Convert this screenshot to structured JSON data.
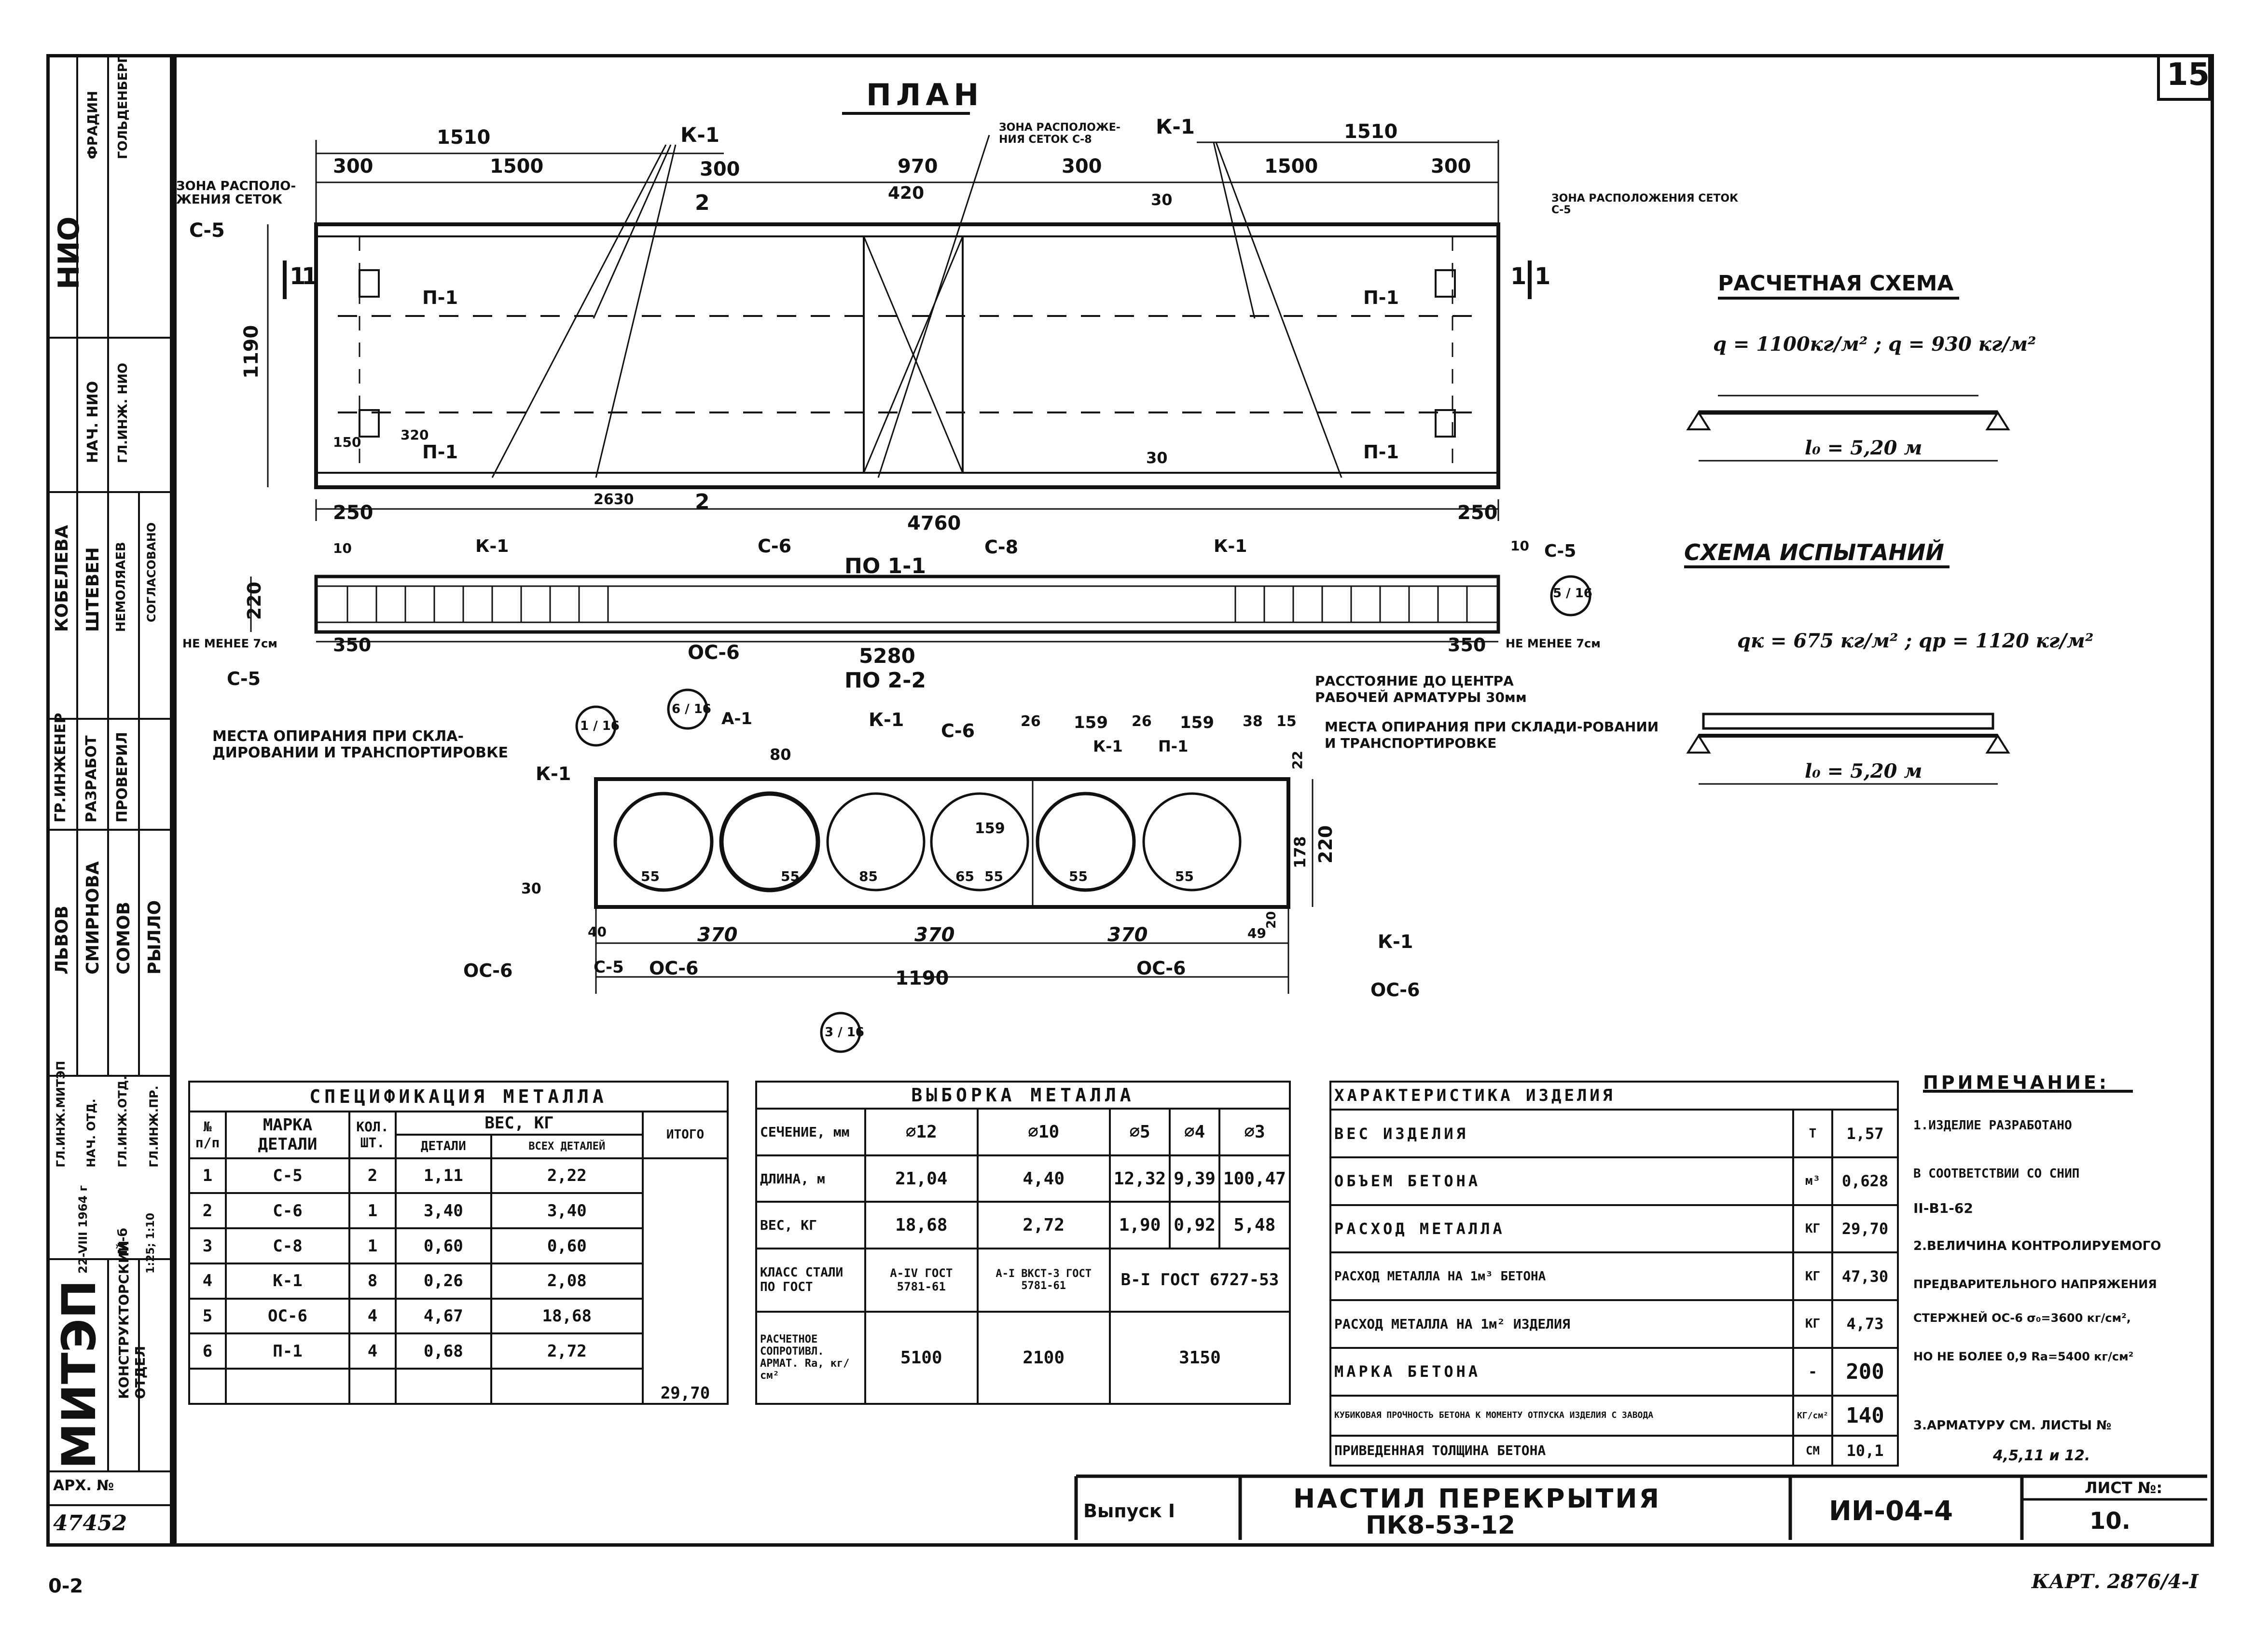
{
  "sheet": {
    "number": "15",
    "corner_code": "0-2",
    "bottom_stamp": "КАРТ. 2876/4-I"
  },
  "plan": {
    "title": "ПЛАН",
    "dims_top": [
      "1510",
      "300",
      "1500",
      "300",
      "970",
      "420",
      "300",
      "1500",
      "300",
      "1510",
      "30"
    ],
    "height_dim": "1190",
    "dims_bottom": [
      "250",
      "2630",
      "4760",
      "250",
      "30",
      "150",
      "320"
    ],
    "labels": [
      "К-1",
      "К-1",
      "П-1",
      "П-1",
      "П-1",
      "П-1",
      "1",
      "1",
      "1",
      "1",
      "2",
      "2",
      "С-5"
    ],
    "zone_left": "ЗОНА РАСПОЛО-ЖЕНИЯ СЕТОК",
    "zone_center": "ЗОНА РАСПОЛОЖЕ-НИЯ СЕТОК С-8",
    "zone_right": "ЗОНА РАСПОЛОЖЕНИЯ СЕТОК С-5"
  },
  "section11": {
    "title": "ПО 1-1",
    "title2": "ПО 2-2",
    "labels": [
      "К-1",
      "С-6",
      "С-8",
      "К-1",
      "С-5",
      "С-5",
      "ОС-6",
      "10",
      "10",
      "220"
    ],
    "min_left": "НЕ МЕНЕЕ 7см",
    "min_right": "НЕ МЕНЕЕ 7см",
    "dims": [
      "350",
      "5280",
      "350"
    ],
    "rebar_note": "РАССТОЯНИЕ ДО ЦЕНТРА РАБОЧЕЙ АРМАТУРЫ 30мм",
    "support_left": "МЕСТА ОПИРАНИЯ ПРИ СКЛА-ДИРОВАНИИ И ТРАНСПОРТИРОВКЕ",
    "support_right": "МЕСТА ОПИРАНИЯ ПРИ СКЛАДИ-РОВАНИИ И ТРАНСПОРТИРОВКЕ",
    "callout": "5 / 16"
  },
  "section22": {
    "labels": [
      "К-1",
      "А-1",
      "К-1",
      "С-6",
      "К-1",
      "П-1",
      "К-1",
      "ОС-6",
      "ОС-6",
      "ОС-6",
      "ОС-6",
      "С-5"
    ],
    "dims_top": [
      "80",
      "26",
      "159",
      "26",
      "159",
      "38",
      "15"
    ],
    "dims": [
      "370",
      "370",
      "370",
      "1190",
      "55",
      "55",
      "85",
      "65",
      "55",
      "55",
      "55",
      "159",
      "178",
      "220",
      "22",
      "20",
      "30",
      "40",
      "49"
    ],
    "callouts": [
      "1 / 16",
      "6 / 16",
      "3 / 16"
    ]
  },
  "calc_scheme": {
    "title": "РАСЧЕТНАЯ СХЕМА",
    "load": "q = 1100кг/м² ; q = 930 кг/м²",
    "span": "l₀ = 5,20 м"
  },
  "test_scheme": {
    "title": "СХЕМА ИСПЫТАНИЙ",
    "load": "qк = 675 кг/м² ; qр = 1120 кг/м²",
    "span": "l₀ = 5,20 м"
  },
  "spec_table": {
    "title": "СПЕЦИФИКАЦИЯ МЕТАЛЛА",
    "head_no": "№ п/п",
    "head_mark": "МАРКА ДЕТАЛИ",
    "head_qty": "КОЛ. ШТ.",
    "head_weight": "ВЕС, КГ",
    "head_part": "ДЕТАЛИ",
    "head_all": "ВСЕХ ДЕТАЛЕЙ",
    "head_total": "ИТОГО",
    "rows": [
      [
        "1",
        "С-5",
        "2",
        "1,11",
        "2,22"
      ],
      [
        "2",
        "С-6",
        "1",
        "3,40",
        "3,40"
      ],
      [
        "3",
        "С-8",
        "1",
        "0,60",
        "0,60"
      ],
      [
        "4",
        "К-1",
        "8",
        "0,26",
        "2,08"
      ],
      [
        "5",
        "ОС-6",
        "4",
        "4,67",
        "18,68"
      ],
      [
        "6",
        "П-1",
        "4",
        "0,68",
        "2,72"
      ]
    ],
    "total": "29,70"
  },
  "sample_table": {
    "title": "ВЫБОРКА МЕТАЛЛА",
    "head_section": "СЕЧЕНИЕ, мм",
    "diameters": [
      "⌀12",
      "⌀10",
      "⌀5",
      "⌀4",
      "⌀3"
    ],
    "row_length_label": "ДЛИНА, м",
    "lengths": [
      "21,04",
      "4,40",
      "12,32",
      "9,39",
      "100,47"
    ],
    "row_weight_label": "ВЕС, КГ",
    "weights": [
      "18,68",
      "2,72",
      "1,90",
      "0,92",
      "5,48"
    ],
    "row_class_label": "КЛАСС СТАЛИ ПО ГОСТ",
    "class_1": "А-IV ГОСТ 5781-61",
    "class_2": "А-I ВКСТ-3 ГОСТ 5781-61",
    "class_3": "В-I ГОСТ 6727-53",
    "row_resist_label": "РАСЧЕТНОЕ СОПРОТИВЛ. АРМАТ. Rа, кг/см²",
    "resist_1": "5100",
    "resist_2": "2100",
    "resist_3": "3150"
  },
  "char_table": {
    "title": "ХАРАКТЕРИСТИКА ИЗДЕЛИЯ",
    "rows": [
      [
        "ВЕС ИЗДЕЛИЯ",
        "Т",
        "1,57"
      ],
      [
        "ОБЪЕМ БЕТОНА",
        "м³",
        "0,628"
      ],
      [
        "РАСХОД МЕТАЛЛА",
        "КГ",
        "29,70"
      ],
      [
        "РАСХОД МЕТАЛЛА НА 1м³ БЕТОНА",
        "КГ",
        "47,30"
      ],
      [
        "РАСХОД МЕТАЛЛА НА 1м² ИЗДЕЛИЯ",
        "КГ",
        "4,73"
      ],
      [
        "МАРКА БЕТОНА",
        "-",
        "200"
      ],
      [
        "КУБИКОВАЯ ПРОЧНОСТЬ БЕТОНА К МОМЕНТУ ОТПУСКА ИЗДЕЛИЯ С ЗАВОДА",
        "КГ/см²",
        "140"
      ],
      [
        "ПРИВЕДЕННАЯ ТОЛЩИНА БЕТОНА",
        "СМ",
        "10,1"
      ]
    ]
  },
  "notes": {
    "title": "ПРИМЕЧАНИЕ:",
    "lines": [
      "1.ИЗДЕЛИЕ РАЗРАБОТАНО",
      "В СООТВЕТСТВИИ СО СНИП",
      "II-В1-62",
      "2.ВЕЛИЧИНА КОНТРОЛИРУЕМОГО",
      "ПРЕДВАРИТЕЛЬНОГО НАПРЯЖЕНИЯ",
      "СТЕРЖНЕЙ ОС-6 σ₀=3600 кг/см²,",
      "НО НЕ БОЛЕЕ 0,9 Rа=5400 кг/см²",
      "3.АРМАТУРУ СМ. ЛИСТЫ №",
      "4,5,11 и 12."
    ]
  },
  "title_block": {
    "issue": "Выпуск I",
    "name_line1": "НАСТИЛ ПЕРЕКРЫТИЯ",
    "name_line2": "ПК8-53-12",
    "code": "ИИ-04-4",
    "sheet_label": "ЛИСТ №:",
    "sheet_value": "10."
  },
  "side_stamp": {
    "org": "МИТЭП",
    "dept": "КОНСТРУКТОРСКИЙ ОТДЕЛ",
    "date": "22-VIII 1964 г",
    "fmt": "М-б",
    "scale": "1:25; 1:10",
    "roles": [
      "ГЛ.ИНЖ.МИТЭП",
      "НАЧ. ОТД.",
      "ГЛ.ИНЖ.ОТД.",
      "ГЛ.ИНЖ.ПР."
    ],
    "names": [
      "ЛЬВОВ",
      "СМИРНОВА",
      "СОМОВ",
      "РЫЛЛО"
    ],
    "roles2": [
      "ГР.ИНЖЕНЕР",
      "РАЗРАБОТ",
      "ПРОВЕРИЛ"
    ],
    "names2": [
      "КОБЕЛЕВА",
      "ШТЕВЕН",
      "НЕМОЛЯАЕВ"
    ],
    "agreed": "СОГЛАСОВАНО",
    "nio": "НИО",
    "nio_roles": [
      "НАЧ. НИО",
      "ГЛ.ИНЖ. НИО"
    ],
    "nio_names": [
      "ФРАДИН",
      "ГОЛЬДЕНБЕРГ"
    ],
    "arch_label": "АРХ. №",
    "arch_no": "47452"
  }
}
